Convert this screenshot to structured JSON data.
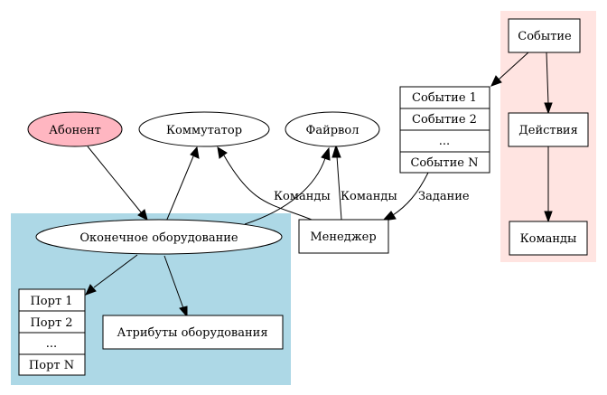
{
  "diagram": {
    "colors": {
      "cluster_equipment": "#add8e6",
      "cluster_events": "#ffe4e1",
      "subscriber_fill": "#ffb6c1",
      "node_fill": "#ffffff",
      "stroke": "#000000"
    },
    "nodes": {
      "subscriber": "Абонент",
      "switch": "Коммутатор",
      "firewall": "Файрвол",
      "terminal_equipment": "Оконечное оборудование",
      "manager": "Менеджер",
      "equipment_attributes": "Атрибуты оборудования",
      "ports": [
        "Порт 1",
        "Порт 2",
        "...",
        "Порт N"
      ],
      "events_list": [
        "Событие 1",
        "Событие 2",
        "...",
        "Событие N"
      ],
      "event": "Событие",
      "actions": "Действия",
      "commands": "Команды"
    },
    "edge_labels": {
      "manager_to_switch": "Команды",
      "manager_to_firewall": "Команды",
      "events_to_manager": "Задание"
    },
    "edges": [
      {
        "from": "Абонент",
        "to": "Оконечное оборудование"
      },
      {
        "from": "Оконечное оборудование",
        "to": "Коммутатор"
      },
      {
        "from": "Оконечное оборудование",
        "to": "Файрвол"
      },
      {
        "from": "Менеджер",
        "to": "Коммутатор",
        "label": "Команды"
      },
      {
        "from": "Менеджер",
        "to": "Файрвол",
        "label": "Команды"
      },
      {
        "from": "Событие 1..N",
        "to": "Менеджер",
        "label": "Задание"
      },
      {
        "from": "Оконечное оборудование",
        "to": "Порт 1..N"
      },
      {
        "from": "Оконечное оборудование",
        "to": "Атрибуты оборудования"
      },
      {
        "from": "Событие",
        "to": "Событие 1..N"
      },
      {
        "from": "Событие",
        "to": "Действия"
      },
      {
        "from": "Действия",
        "to": "Команды"
      }
    ]
  }
}
